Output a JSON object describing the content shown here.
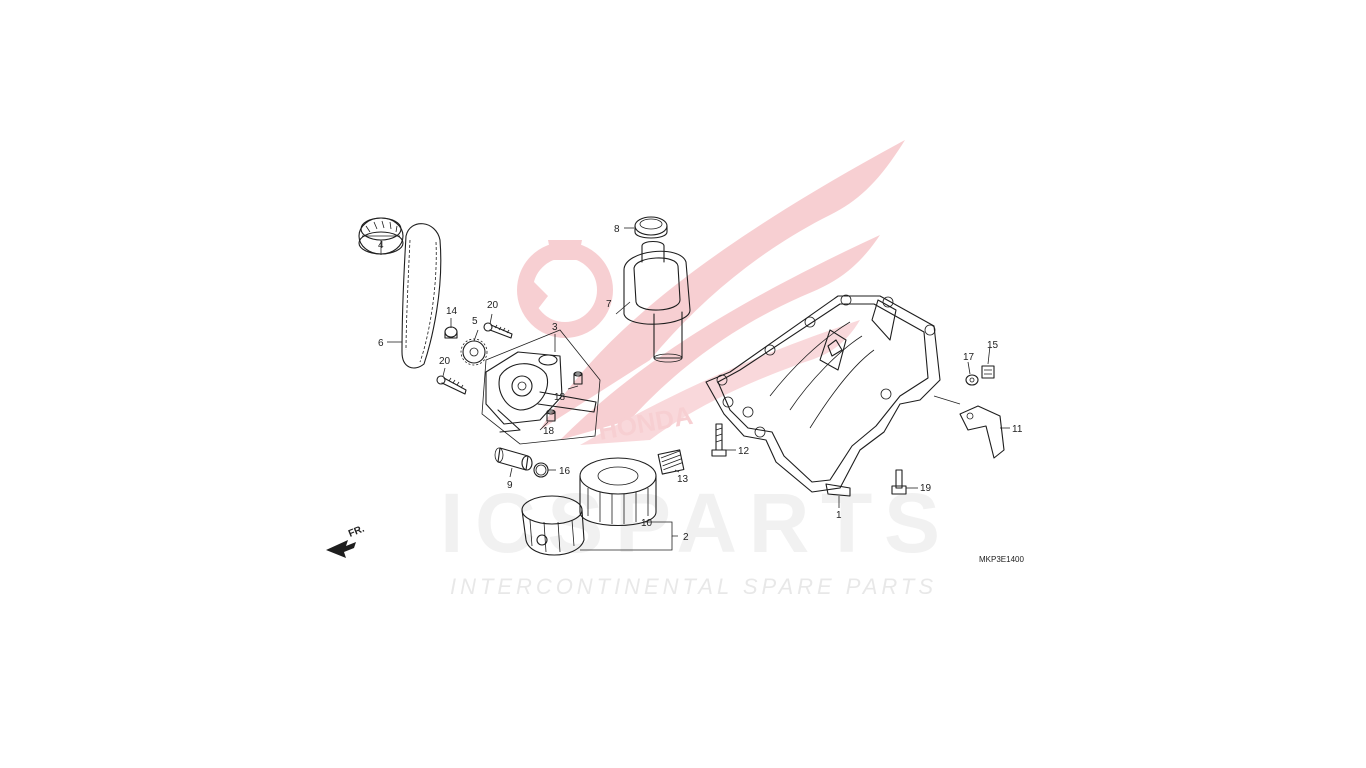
{
  "diagram": {
    "drawing_code": "MKP3E1400",
    "direction_label": "FR.",
    "callouts": [
      "1",
      "2",
      "3",
      "4",
      "5",
      "6",
      "7",
      "8",
      "9",
      "10",
      "11",
      "12",
      "13",
      "14",
      "15",
      "16",
      "17",
      "18",
      "18",
      "19",
      "20",
      "20"
    ]
  },
  "watermark": {
    "brand": "ICSPARTS",
    "tagline": "INTERCONTINENTAL SPARE PARTS",
    "emblem_text": "HONDA",
    "colors": {
      "red": "#e8505b",
      "grey": "#c9c9c9"
    }
  }
}
